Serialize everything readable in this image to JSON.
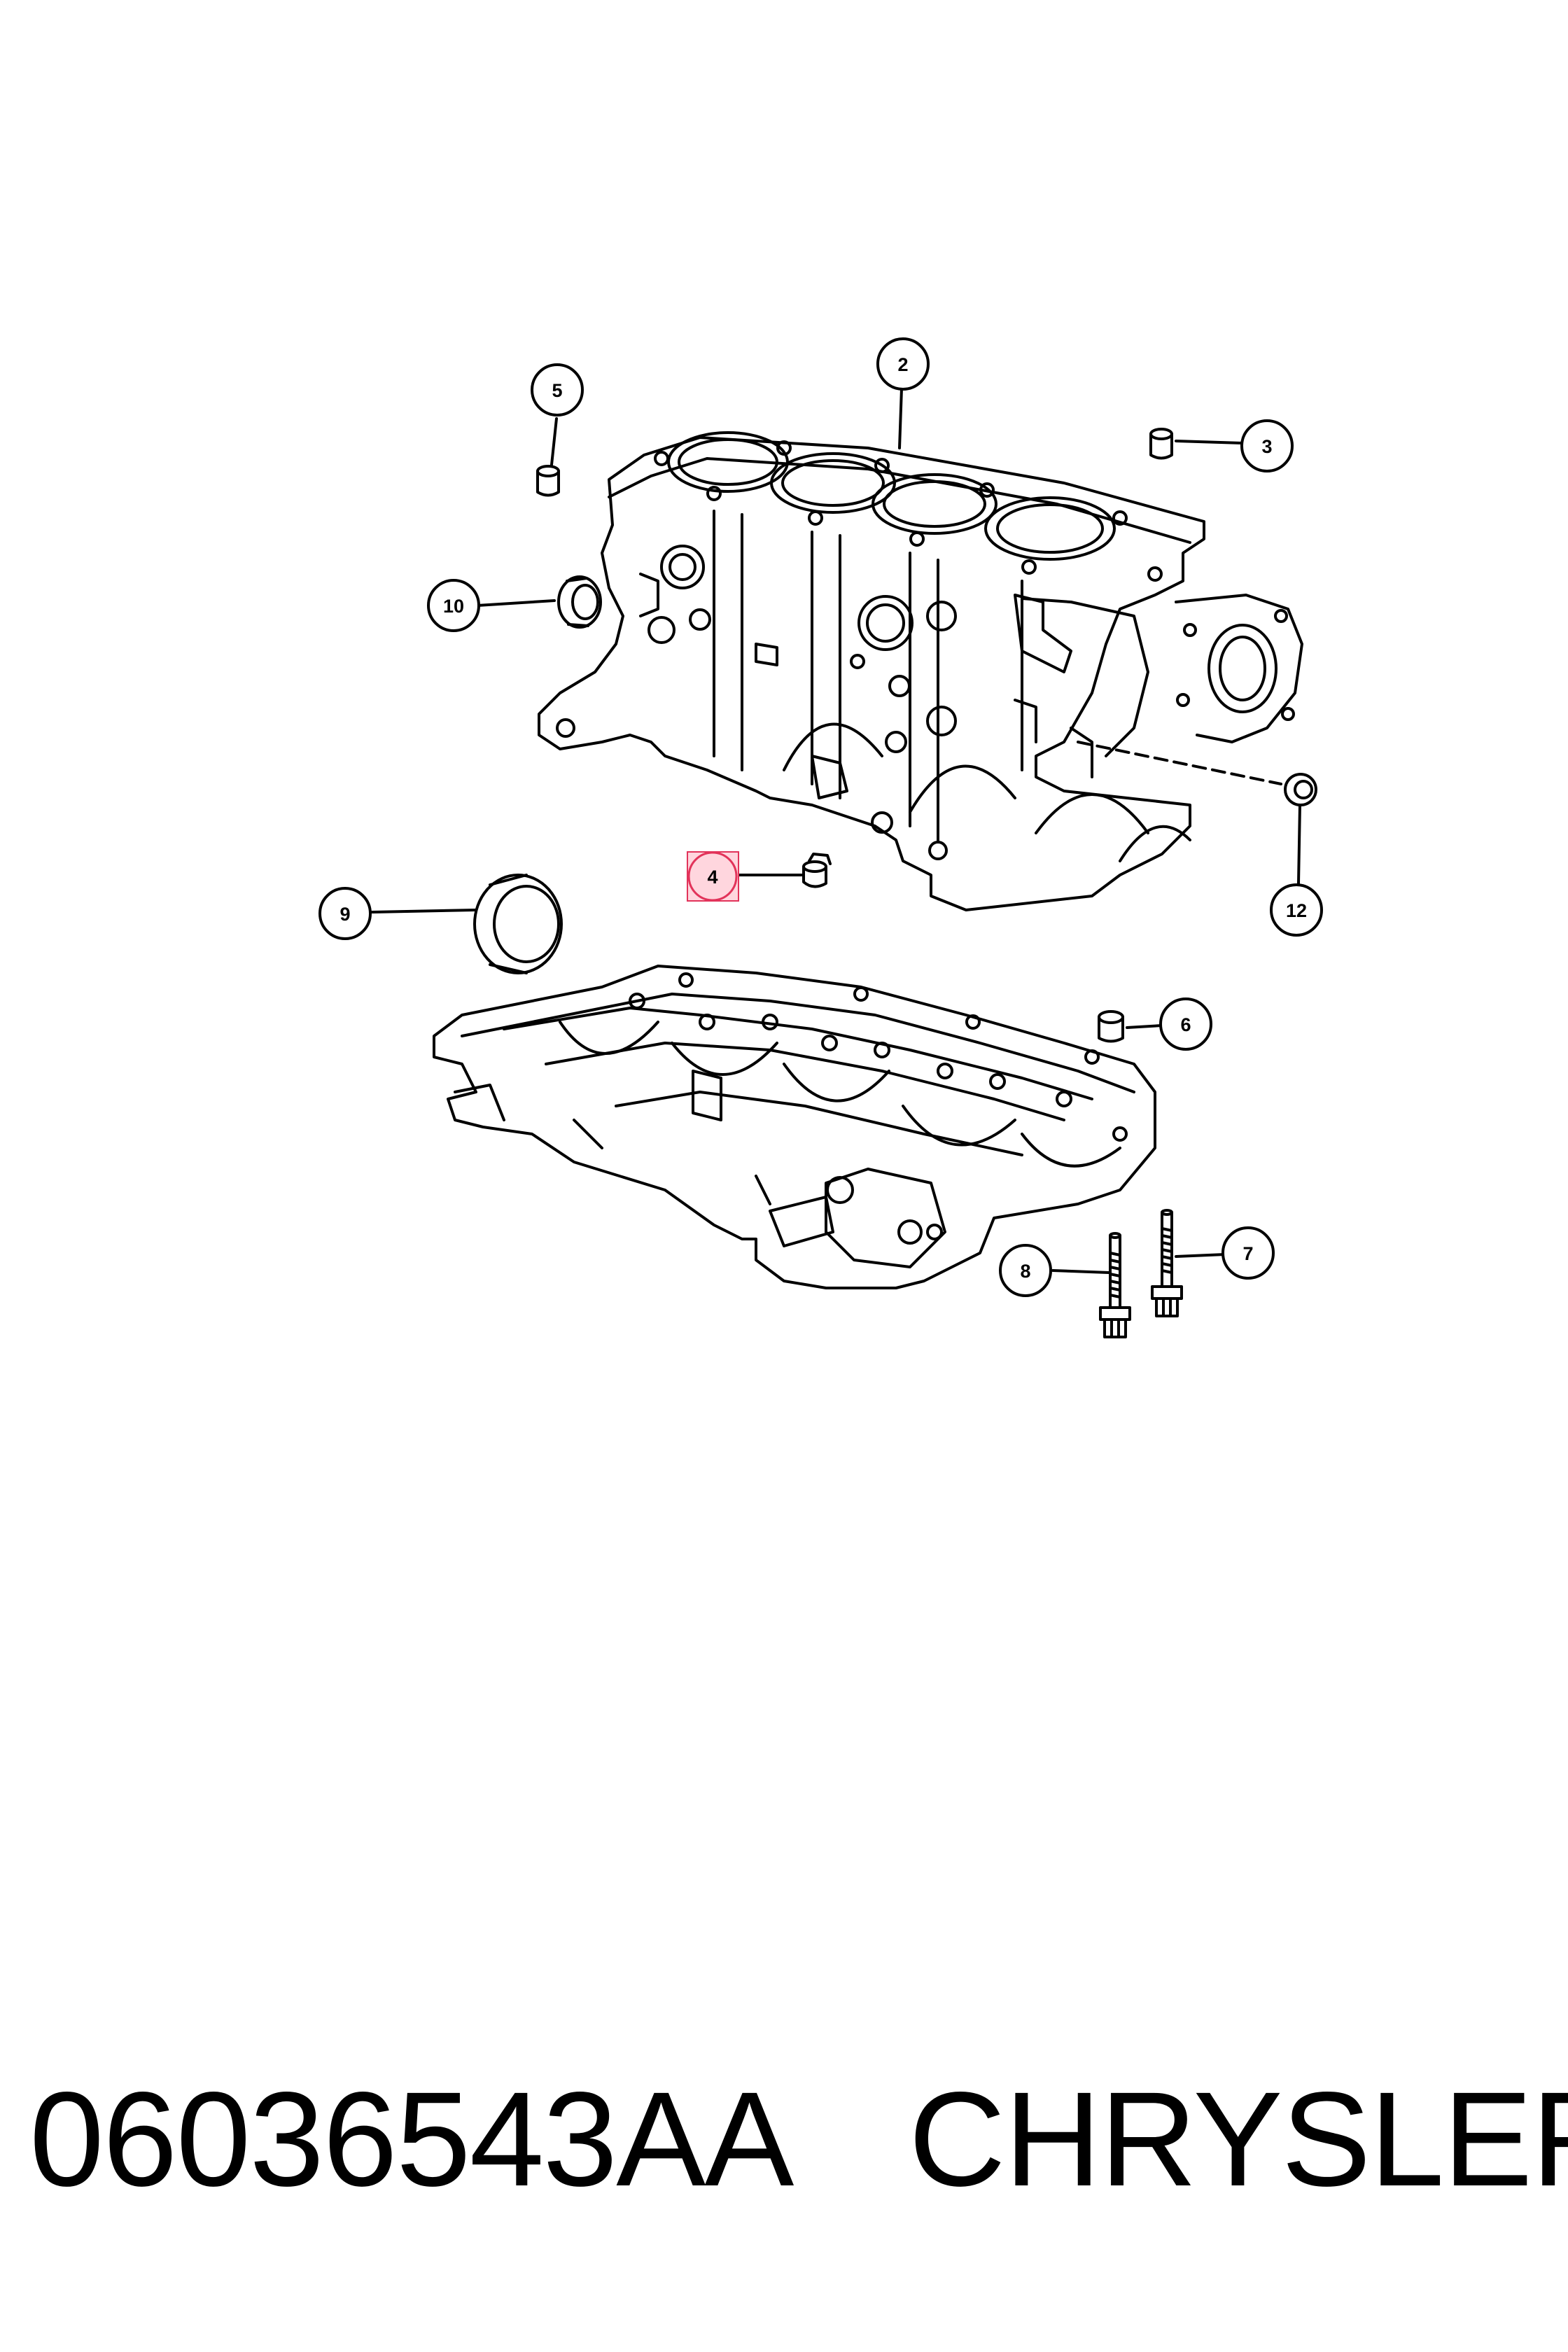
{
  "diagram": {
    "callouts": [
      {
        "id": "2",
        "label": "2",
        "part": "engine-block"
      },
      {
        "id": "3",
        "label": "3",
        "part": "dowel-pin"
      },
      {
        "id": "4",
        "label": "4",
        "part": "plug",
        "highlighted": true
      },
      {
        "id": "5",
        "label": "5",
        "part": "dowel-pin"
      },
      {
        "id": "6",
        "label": "6",
        "part": "dowel-pin"
      },
      {
        "id": "7",
        "label": "7",
        "part": "bolt"
      },
      {
        "id": "8",
        "label": "8",
        "part": "bolt"
      },
      {
        "id": "9",
        "label": "9",
        "part": "seal"
      },
      {
        "id": "10",
        "label": "10",
        "part": "seal"
      },
      {
        "id": "12",
        "label": "12",
        "part": "plug"
      }
    ],
    "highlight_color": "#e2335a",
    "highlight_fill": "#ffd6de"
  },
  "footer": {
    "part_number": "06036543AA",
    "brand": "CHRYSLER"
  }
}
